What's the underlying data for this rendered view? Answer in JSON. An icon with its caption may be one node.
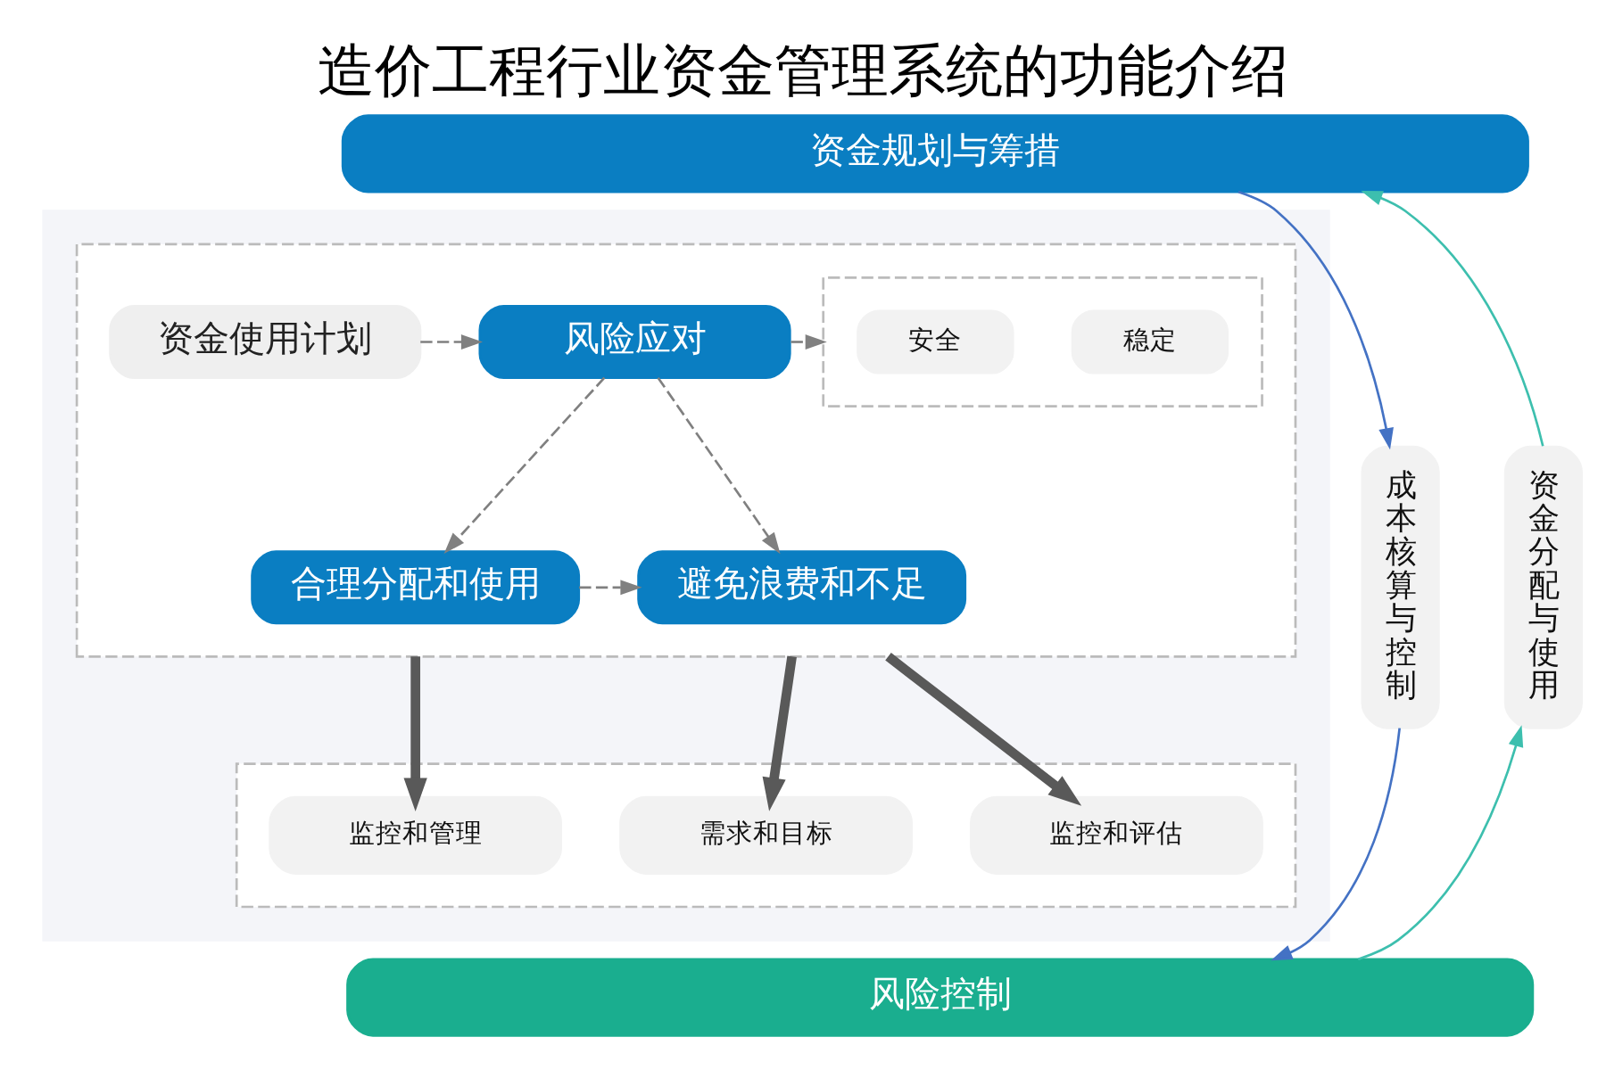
{
  "diagram": {
    "title": "造价工程行业资金管理系统的功能介绍",
    "nodes": [
      {
        "text": [
          "资金规划与筹措"
        ]
      },
      {
        "text": [
          "成本核算与控制"
        ]
      },
      {
        "text": [],
        "shape": "box"
      },
      {
        "text": [],
        "shape": "box",
        "in": 2
      },
      {
        "text": [
          "资金使用计划"
        ],
        "in": 3
      },
      {
        "text": [
          "风险应对"
        ],
        "in": 3
      },
      {
        "text": [],
        "shape": "box",
        "in": 3
      },
      {
        "text": [
          "安全"
        ],
        "in": 6
      },
      {
        "text": [
          "稳定"
        ],
        "in": 6
      },
      {
        "text": [
          "合理分配和使用"
        ],
        "in": 3
      },
      {
        "text": [
          "避免浪费和不足"
        ],
        "in": 3
      },
      {
        "text": [],
        "shape": "box",
        "in": 2
      },
      {
        "text": [
          "监控和管理"
        ],
        "in": 11
      },
      {
        "text": [
          "需求和目标"
        ],
        "in": 11
      },
      {
        "text": [
          "监控和评估"
        ],
        "in": 11
      },
      {
        "text": [
          "资金分配与使用"
        ]
      },
      {
        "text": [
          "风险控制"
        ]
      }
    ],
    "edges": [
      {
        "from": 0,
        "to": 1,
        "arrow": "to",
        "color": "#4472c4"
      },
      {
        "from": 1,
        "to": 16,
        "arrow": "to",
        "color": "#4472c4"
      },
      {
        "from": 16,
        "to": 15,
        "arrow": "to",
        "color": "#3dbfae"
      },
      {
        "from": 15,
        "to": 0,
        "arrow": "to",
        "color": "#3dbfae"
      },
      {
        "from": 4,
        "to": 5,
        "arrow": "to",
        "style": "dashed"
      },
      {
        "from": 5,
        "to": 6,
        "arrow": "to",
        "style": "dashed"
      },
      {
        "from": 5,
        "to": 9,
        "arrow": "to",
        "style": "dashed"
      },
      {
        "from": 5,
        "to": 10,
        "arrow": "to",
        "style": "dashed"
      },
      {
        "from": 9,
        "to": 10,
        "arrow": "to",
        "style": "dashed"
      },
      {
        "from": 3,
        "to": 12,
        "arrow": "to",
        "style": "thick",
        "color": "#595959"
      },
      {
        "from": 3,
        "to": 13,
        "arrow": "to",
        "style": "thick",
        "color": "#595959"
      },
      {
        "from": 3,
        "to": 14,
        "arrow": "to",
        "style": "thick",
        "color": "#595959"
      }
    ]
  }
}
